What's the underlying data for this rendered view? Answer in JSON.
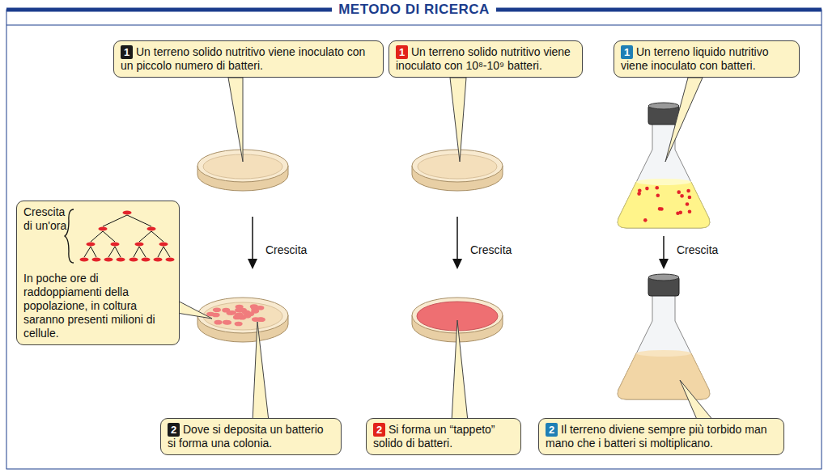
{
  "diagram": {
    "title": "METODO DI RICERCA",
    "nodes": [
      {
        "text": [
          "1",
          "Un terreno solido nutritivo viene inoculato con un piccolo numero di batteri."
        ]
      },
      {
        "text": [
          "1",
          "Un terreno solido nutritivo viene inoculato con 10⁸-10⁹ batteri."
        ]
      },
      {
        "text": [
          "1",
          "Un terreno liquido nutritivo viene inoculato con batteri."
        ]
      },
      {
        "text": [
          "Crescita di un'ora",
          "In poche ore di raddoppiamenti della popolazione, in coltura saranno presenti milioni di cellule."
        ]
      },
      {
        "text": [
          "2",
          "Dove si deposita un batterio si forma una colonia."
        ]
      },
      {
        "text": [
          "2",
          "Si forma un “tappeto” solido di batteri."
        ]
      },
      {
        "text": [
          "2",
          "Il terreno diviene sempre più torbido man mano che i batteri si moltiplicano."
        ]
      }
    ],
    "labels": [
      "Crescita",
      "Crescita",
      "Crescita"
    ]
  }
}
